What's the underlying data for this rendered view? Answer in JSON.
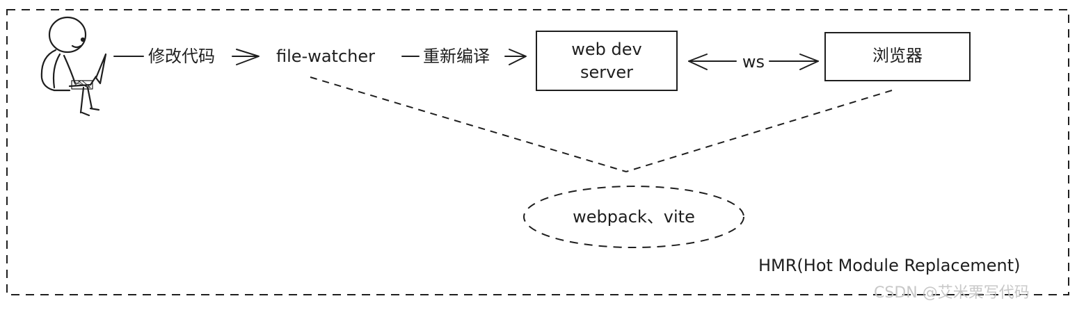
{
  "diagram": {
    "frame_label": "HMR(Hot Module Replacement)",
    "developer": {
      "icon": "person-at-laptop-icon"
    },
    "edges": {
      "modify_code": "修改代码",
      "recompile": "重新编译",
      "ws": "ws"
    },
    "nodes": {
      "file_watcher": "file-watcher",
      "web_dev_server_line1": "web dev",
      "web_dev_server_line2": "server",
      "browser": "浏览器",
      "bundler": "webpack、vite"
    }
  },
  "watermark": "CSDN @艾米栗写代码"
}
